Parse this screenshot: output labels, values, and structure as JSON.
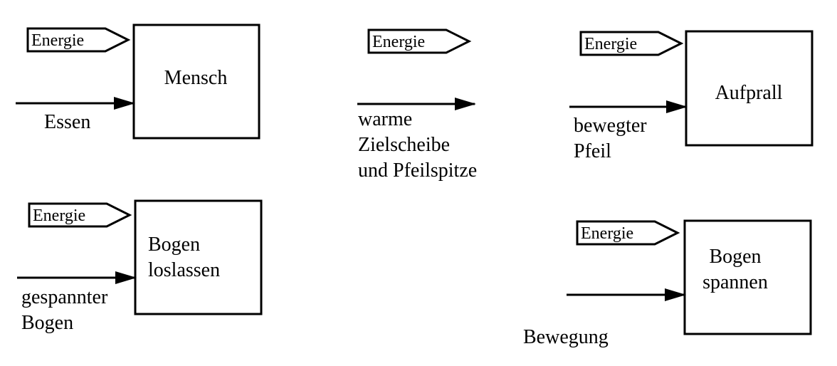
{
  "energy_tag": "Energie",
  "blocks": {
    "mensch": {
      "box_lines": [
        "Mensch"
      ],
      "input_lines": [
        "Essen"
      ]
    },
    "target": {
      "input_lines": [
        "warme",
        "Zielscheibe",
        "und Pfeilspitze"
      ]
    },
    "aufprall": {
      "box_lines": [
        "Aufprall"
      ],
      "input_lines": [
        "bewegter",
        "Pfeil"
      ]
    },
    "bogen_loslassen": {
      "box_lines": [
        "Bogen",
        "loslassen"
      ],
      "input_lines": [
        "gespannter",
        "Bogen"
      ]
    },
    "bogen_spannen": {
      "box_lines": [
        "Bogen",
        "spannen"
      ],
      "input_lines": [
        "Bewegung"
      ]
    }
  }
}
